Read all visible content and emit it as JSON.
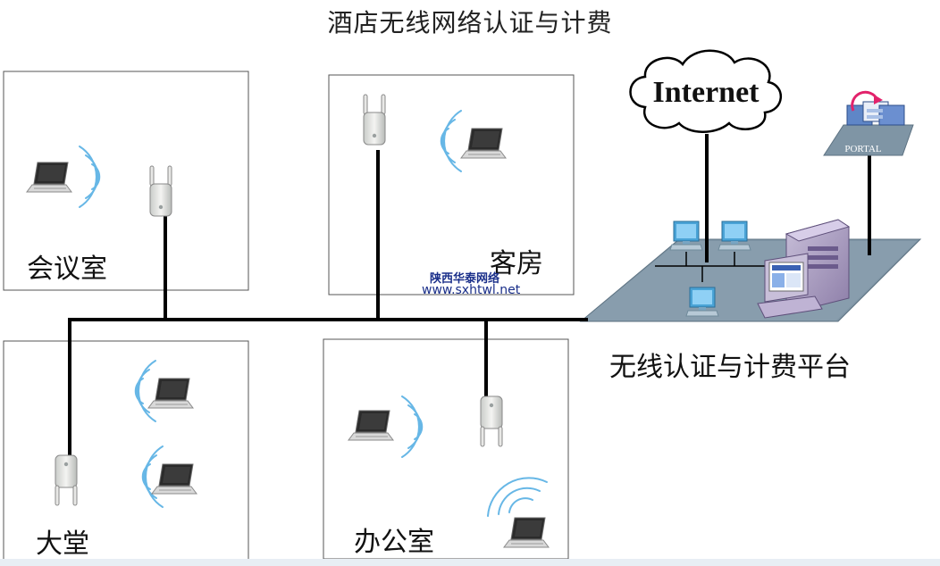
{
  "title": "酒店无线网络认证与计费",
  "rooms": {
    "meeting": "会议室",
    "guest": "客房",
    "lobby": "大堂",
    "office": "办公室"
  },
  "internet_label": "Internet",
  "portal_label": "PORTAL",
  "platform_label": "无线认证与计费平台",
  "watermark": {
    "line1": "陕西华泰网络",
    "line2": "www.sxhtwl.net"
  }
}
